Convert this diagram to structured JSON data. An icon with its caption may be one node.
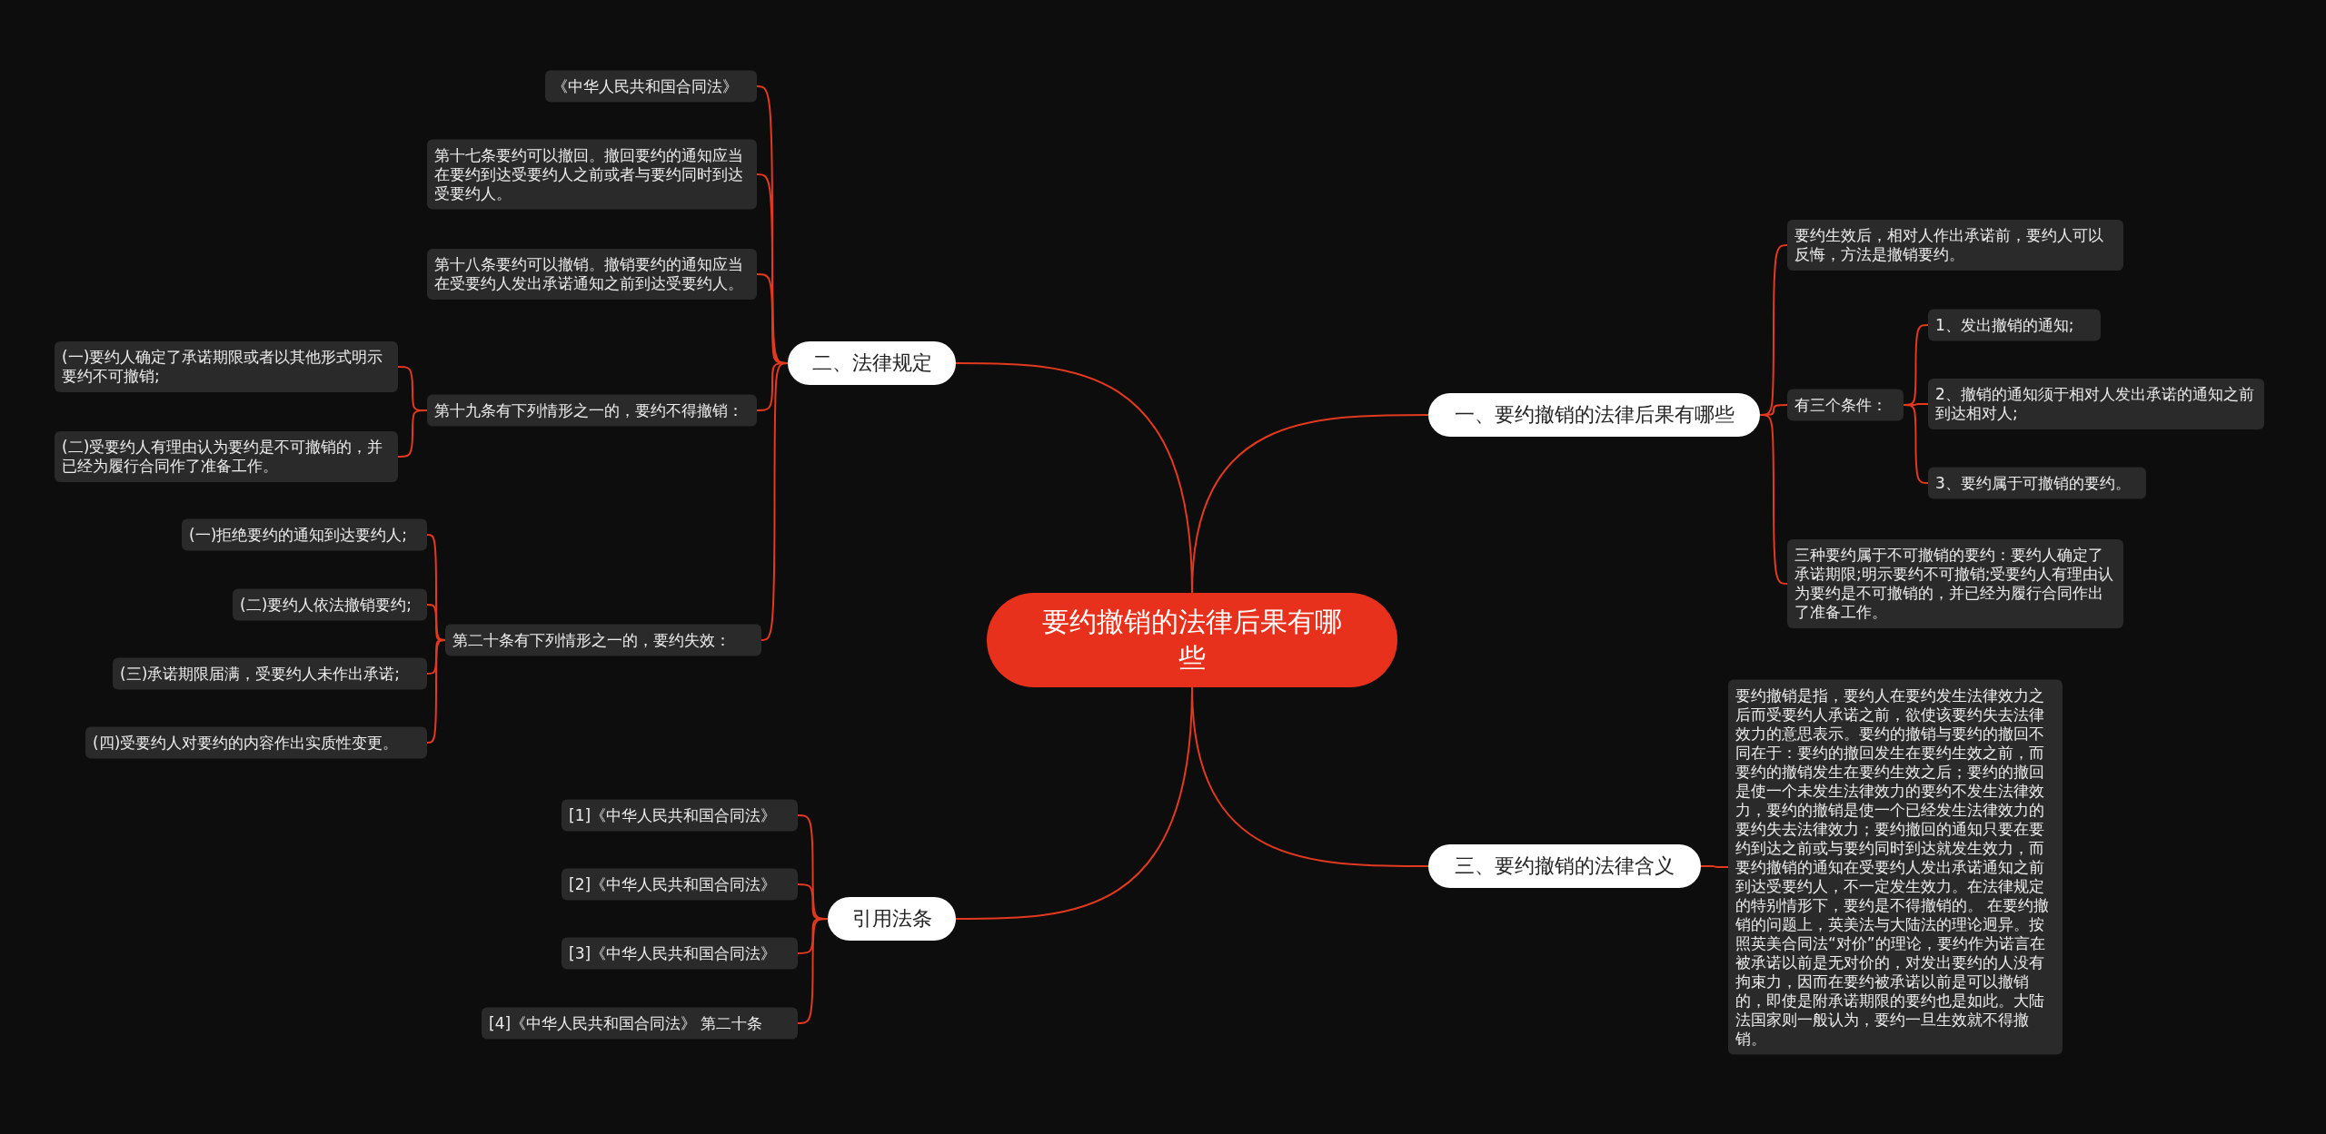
{
  "diagram": {
    "nodes": [
      {
        "text": [
          "要约撤销的法律后果有哪些"
        ]
      },
      {
        "text": [
          "一、要约撤销的法律后果有哪些"
        ]
      },
      {
        "text": [
          "要约生效后，相对人作出承诺前，要约人可以反悔，方法是撤销要约。"
        ]
      },
      {
        "text": [
          "有三个条件："
        ]
      },
      {
        "text": [
          "1、发出撤销的通知;"
        ]
      },
      {
        "text": [
          "2、撤销的通知须于相对人发出承诺的通知之前到达相对人;"
        ]
      },
      {
        "text": [
          "3、要约属于可撤销的要约。"
        ]
      },
      {
        "text": [
          "三种要约属于不可撤销的要约：要约人确定了承诺期限;明示要约不可撤销;受要约人有理由认为要约是不可撤销的，并已经为履行合同作出了准备工作。"
        ]
      },
      {
        "text": [
          "三、要约撤销的法律含义"
        ]
      },
      {
        "text": [
          "要约撤销是指，要约人在要约发生法律效力之后而受要约人承诺之前，欲使该要约失去法律效力的意思表示。要约的撤销与要约的撤回不同在于：要约的撤回发生在要约生效之前，而要约的撤销发生在要约生效之后；要约的撤回是使一个未发生法律效力的要约不发生法律效力，要约的撤销是使一个已经发生法律效力的要约失去法律效力；要约撤回的通知只要在要约到达之前或与要约同时到达就发生效力，而要约撤销的通知在受要约人发出承诺通知之前到达受要约人，不一定发生效力。在法律规定的特别情形下，要约是不得撤销的。 在要约撤销的问题上，英美法与大陆法的理论迥异。按照英美合同法“对价”的理论，要约作为诺言在被承诺以前是无对价的，对发出要约的人没有拘束力，因而在要约被承诺以前是可以撤销的，即使是附承诺期限的要约也是如此。大陆法国家则一般认为，要约一旦生效就不得撤销。"
        ]
      },
      {
        "text": [
          "二、法律规定"
        ]
      },
      {
        "text": [
          "《中华人民共和国合同法》"
        ]
      },
      {
        "text": [
          "第十七条要约可以撤回。撤回要约的通知应当在要约到达受要约人之前或者与要约同时到达受要约人。"
        ]
      },
      {
        "text": [
          "第十八条要约可以撤销。撤销要约的通知应当在受要约人发出承诺通知之前到达受要约人。"
        ]
      },
      {
        "text": [
          "第十九条有下列情形之一的，要约不得撤销："
        ]
      },
      {
        "text": [
          "(一)要约人确定了承诺期限或者以其他形式明示要约不可撤销;"
        ]
      },
      {
        "text": [
          "(二)受要约人有理由认为要约是不可撤销的，并已经为履行合同作了准备工作。"
        ]
      },
      {
        "text": [
          "第二十条有下列情形之一的，要约失效："
        ]
      },
      {
        "text": [
          "(一)拒绝要约的通知到达要约人;"
        ]
      },
      {
        "text": [
          "(二)要约人依法撤销要约;"
        ]
      },
      {
        "text": [
          "(三)承诺期限届满，受要约人未作出承诺;"
        ]
      },
      {
        "text": [
          "(四)受要约人对要约的内容作出实质性变更。"
        ]
      },
      {
        "text": [
          "引用法条"
        ]
      },
      {
        "text": [
          "[1]《中华人民共和国合同法》"
        ]
      },
      {
        "text": [
          "[2]《中华人民共和国合同法》"
        ]
      },
      {
        "text": [
          "[3]《中华人民共和国合同法》"
        ]
      },
      {
        "text": [
          "[4]《中华人民共和国合同法》 第二十条"
        ]
      }
    ],
    "edges": [
      {
        "from": 0,
        "to": 1,
        "arrow": "none"
      },
      {
        "from": 1,
        "to": 2,
        "arrow": "none"
      },
      {
        "from": 1,
        "to": 3,
        "arrow": "none"
      },
      {
        "from": 3,
        "to": 4,
        "arrow": "none"
      },
      {
        "from": 3,
        "to": 5,
        "arrow": "none"
      },
      {
        "from": 3,
        "to": 6,
        "arrow": "none"
      },
      {
        "from": 1,
        "to": 7,
        "arrow": "none"
      },
      {
        "from": 0,
        "to": 8,
        "arrow": "none"
      },
      {
        "from": 8,
        "to": 9,
        "arrow": "none"
      },
      {
        "from": 0,
        "to": 10,
        "arrow": "none"
      },
      {
        "from": 10,
        "to": 11,
        "arrow": "none"
      },
      {
        "from": 10,
        "to": 12,
        "arrow": "none"
      },
      {
        "from": 10,
        "to": 13,
        "arrow": "none"
      },
      {
        "from": 10,
        "to": 14,
        "arrow": "none"
      },
      {
        "from": 14,
        "to": 15,
        "arrow": "none"
      },
      {
        "from": 14,
        "to": 16,
        "arrow": "none"
      },
      {
        "from": 10,
        "to": 17,
        "arrow": "none"
      },
      {
        "from": 17,
        "to": 18,
        "arrow": "none"
      },
      {
        "from": 17,
        "to": 19,
        "arrow": "none"
      },
      {
        "from": 17,
        "to": 20,
        "arrow": "none"
      },
      {
        "from": 17,
        "to": 21,
        "arrow": "none"
      },
      {
        "from": 0,
        "to": 22,
        "arrow": "none"
      },
      {
        "from": 22,
        "to": 23,
        "arrow": "none"
      },
      {
        "from": 22,
        "to": 24,
        "arrow": "none"
      },
      {
        "from": 22,
        "to": 25,
        "arrow": "none"
      },
      {
        "from": 22,
        "to": 26,
        "arrow": "none"
      }
    ]
  }
}
